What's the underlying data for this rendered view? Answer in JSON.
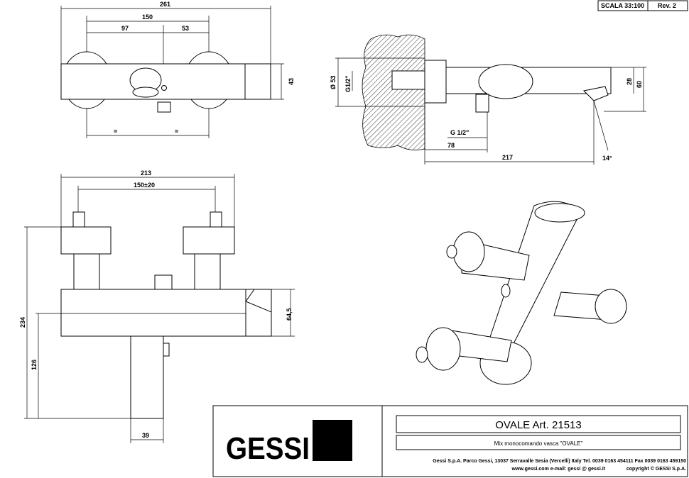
{
  "header": {
    "scale": "SCALA 33:100",
    "revision": "Rev. 2"
  },
  "top_view": {
    "dim_overall": "261",
    "dim_centers": "150",
    "dim_left": "97",
    "dim_right": "53",
    "dim_height": "43",
    "dim_half_left": "=",
    "dim_half_right": "="
  },
  "side_view": {
    "dim_diameter": "Ø 53",
    "dim_thread_vertical": "G1/2\"",
    "dim_thread": "G 1/2\"",
    "dim_offset": "78",
    "dim_length": "217",
    "dim_spout": "28",
    "dim_height": "60",
    "dim_angle": "14°"
  },
  "front_view": {
    "dim_width": "213",
    "dim_centers": "150±20",
    "dim_total_height": "234",
    "dim_body_height": "64,5",
    "dim_lower": "126",
    "dim_diverter": "39"
  },
  "title_block": {
    "brand": "GESSI",
    "product": "OVALE  Art. 21513",
    "description": "Mix monocomando vasca \"OVALE\"",
    "address": "Gessi S.p.A. Parco Gessi, 13037 Serravalle Sesia (Vercelli) Italy Tel. 0039  0163 454111 Fax 0039 0163 459150",
    "web": "www.gessi.com e-mail: gessi @ gessi.it",
    "copyright": "copyright © GESSI S.p.A."
  },
  "colors": {
    "ink": "#000000",
    "paper": "#ffffff"
  }
}
